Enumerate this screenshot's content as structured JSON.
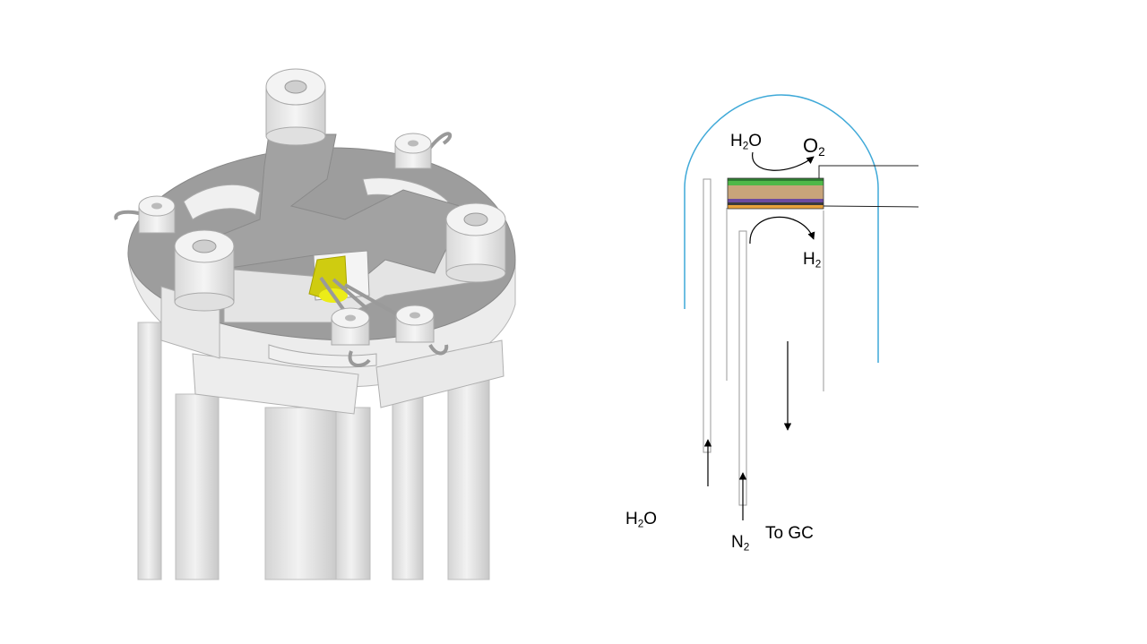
{
  "diagram": {
    "labels": {
      "water_top": {
        "base": "H",
        "sub": "2",
        "rest": "O"
      },
      "oxygen": {
        "base": "O",
        "sub": "2",
        "rest": ""
      },
      "hydrogen": {
        "base": "H",
        "sub": "2",
        "rest": ""
      },
      "water_inlet": {
        "base": "H",
        "sub": "2",
        "rest": "O"
      },
      "nitrogen": {
        "base": "N",
        "sub": "2",
        "rest": ""
      },
      "to_gc": "To GC"
    },
    "colors": {
      "bell_jar": "#3fa9d8",
      "tube_outline": "#9a9a9a",
      "layer_green": "#4fb848",
      "layer_tan": "#c8a47a",
      "layer_purple": "#6b4aa0",
      "layer_orange": "#e8a23a",
      "sample_yellow": "#d7d700",
      "cad_dark": "#9b9b9b",
      "cad_light": "#e6e6e6"
    }
  }
}
